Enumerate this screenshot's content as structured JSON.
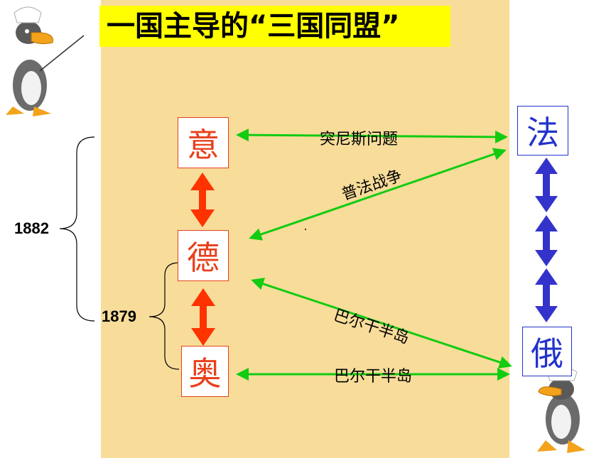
{
  "title": "一国主导的“三国同盟”",
  "nodes": {
    "italy": "意",
    "germany": "德",
    "austria": "奥",
    "france": "法",
    "russia": "俄"
  },
  "relations": {
    "italy_france": "突尼斯问题",
    "germany_france": "普法战争",
    "germany_russia": "巴尔干半岛",
    "austria_russia": "巴尔干半岛"
  },
  "years": {
    "outer": "1882",
    "inner": "1879"
  },
  "colors": {
    "panel": "#f8dc9a",
    "title_bg": "#ffff00",
    "alliance_arrow": "#ff3300",
    "conflict_arrow": "#11cc11",
    "entente_arrow": "#3333cc",
    "red_box": "#e8401c",
    "blue_box": "#2233cc"
  },
  "mascot": "penguin-conductor"
}
